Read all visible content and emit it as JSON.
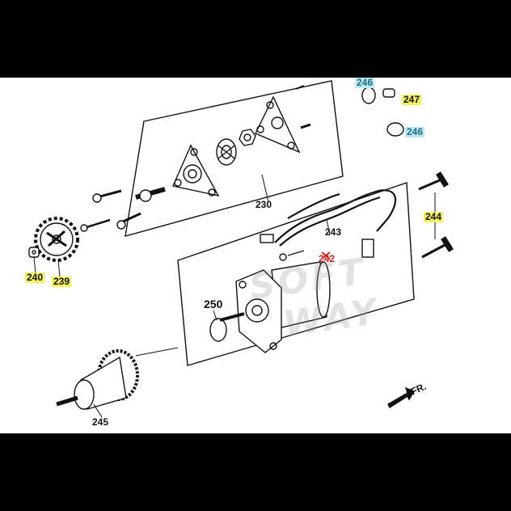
{
  "diagram": {
    "labels": {
      "p230": "230",
      "p239": "239",
      "p240": "240",
      "p242": "242",
      "p243": "243",
      "p244": "244",
      "p245": "245",
      "p246a": "246",
      "p246b": "246",
      "p247": "247",
      "p250": "250"
    },
    "watermark": {
      "line1": "SOFT",
      "line2": "WAY"
    },
    "direction": "FR."
  }
}
